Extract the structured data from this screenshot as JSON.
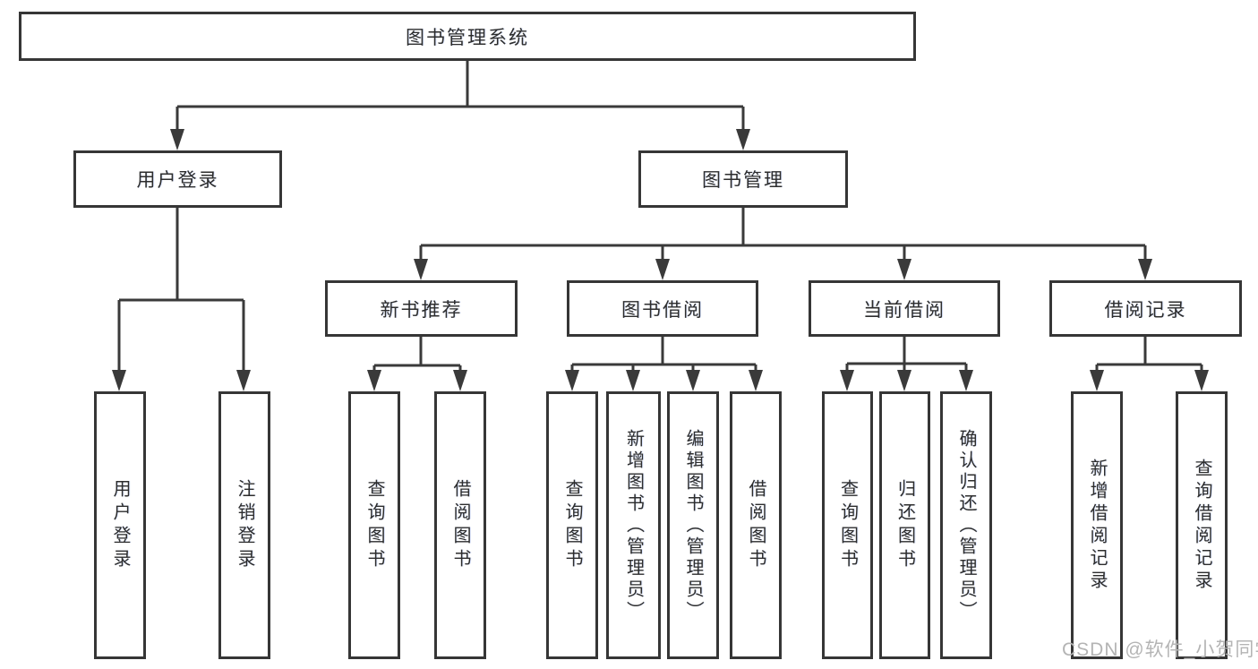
{
  "tree": {
    "root": {
      "label": "图书管理系统",
      "children": [
        {
          "label": "用户登录",
          "children": [
            {
              "label": "用户登录"
            },
            {
              "label": "注销登录"
            }
          ]
        },
        {
          "label": "图书管理",
          "children": [
            {
              "label": "新书推荐",
              "children": [
                {
                  "label": "查询图书"
                },
                {
                  "label": "借阅图书"
                }
              ]
            },
            {
              "label": "图书借阅",
              "children": [
                {
                  "label": "查询图书"
                },
                {
                  "label": "新增图书（管理员）"
                },
                {
                  "label": "编辑图书（管理员）"
                },
                {
                  "label": "借阅图书"
                }
              ]
            },
            {
              "label": "当前借阅",
              "children": [
                {
                  "label": "查询图书"
                },
                {
                  "label": "归还图书"
                },
                {
                  "label": "确认归还（管理员）"
                }
              ]
            },
            {
              "label": "借阅记录",
              "children": [
                {
                  "label": "新增借阅记录"
                },
                {
                  "label": "查询借阅记录"
                }
              ]
            }
          ]
        }
      ]
    }
  },
  "watermark": "CSDN @软件_小贺同学",
  "colors": {
    "line": "#3a3a3a",
    "box_border": "#363636",
    "text": "#2d2d2d",
    "watermark": "#b4b4b4",
    "background": "#ffffff"
  }
}
